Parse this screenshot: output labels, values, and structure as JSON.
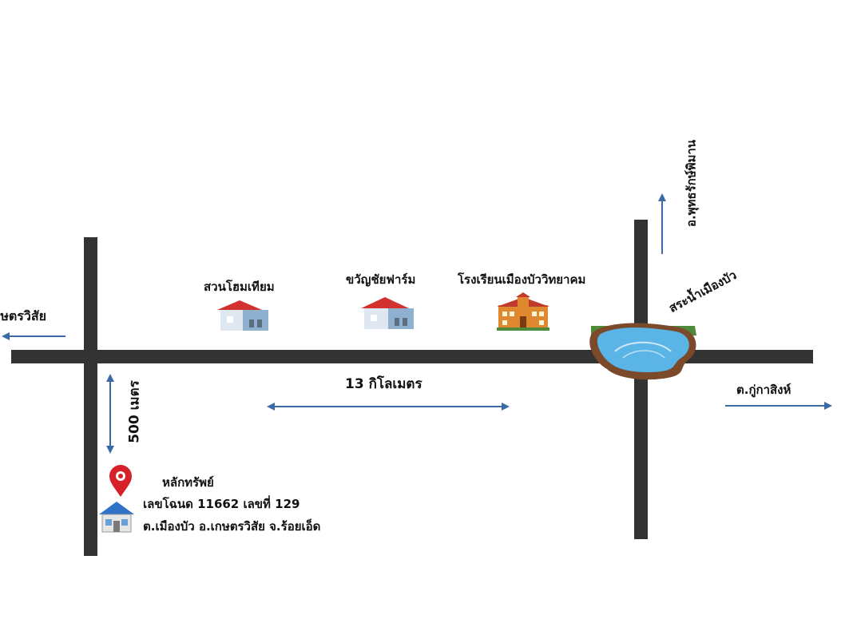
{
  "colors": {
    "road": "#333333",
    "arrow": "#3c6aa8",
    "pond_water": "#5ab4e6",
    "pond_rim": "#7a4a2a",
    "grass": "#4f8a3a",
    "pin": "#d6202a",
    "house_roof": "#d33030",
    "house_wall": "#8fb1cf",
    "school_roof": "#c0392b",
    "school_wall": "#e0882f"
  },
  "labels": {
    "west": "อ.เกษตรวิสัย",
    "north": "อ.พุทธรักษ์พิมาน",
    "east": "ต.กู่กาสิงห์",
    "pond": "สระน้ำเมืองบัว",
    "distance_main": "13 กิโลเมตร",
    "distance_side": "500 เมตร"
  },
  "landmarks": [
    {
      "name": "สวนโฮมเทียม",
      "icon": "house-icon"
    },
    {
      "name": "ขวัญชัยฟาร์ม",
      "icon": "house-icon"
    },
    {
      "name": "โรงเรียนเมืองบัววิทยาคม",
      "icon": "school-icon"
    }
  ],
  "property": {
    "title": "หลักทรัพย์",
    "deed": "เลขโฉนด 11662 เลขที่ 129",
    "address": "ต.เมืองบัว อ.เกษตรวิสัย จ.ร้อยเอ็ด",
    "icons": [
      "location-pin-icon",
      "house-icon"
    ]
  }
}
